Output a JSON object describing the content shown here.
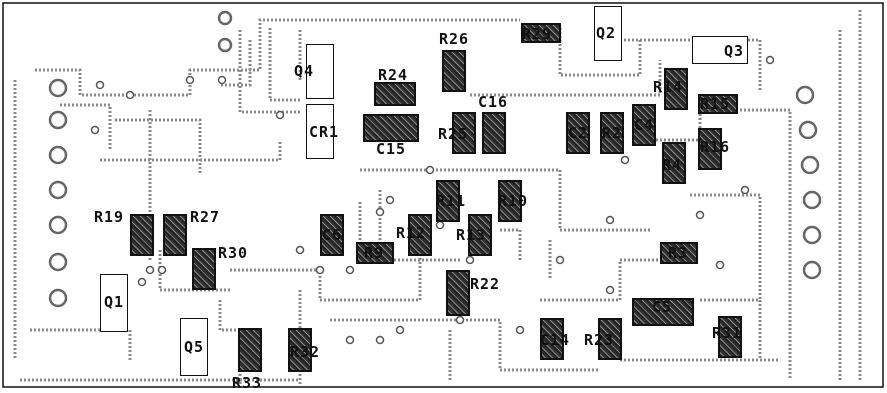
{
  "board": {
    "labels": {
      "R29": "R29",
      "Q2": "Q2",
      "R26": "R26",
      "Q3": "Q3",
      "Q4": "Q4",
      "R24": "R24",
      "C16": "C16",
      "R14": "R14",
      "R15": "R15",
      "CR1": "CR1",
      "C15": "C15",
      "R25": "R25",
      "C2": "C2",
      "R2": "R2",
      "C4": "C4",
      "R16": "R16",
      "R4": "R4",
      "R11": "R11",
      "R10": "R10",
      "R19": "R19",
      "R27": "R27",
      "C6": "C6",
      "R12": "R12",
      "R13": "R13",
      "R30": "R30",
      "R9": "R9",
      "R3": "R3",
      "Q1": "Q1",
      "R22": "R22",
      "C5": "C5",
      "Q5": "Q5",
      "C14": "C14",
      "R23": "R23",
      "R31": "R31",
      "R32": "R32",
      "R33": "R33"
    }
  },
  "colors": {
    "ink": "#111111",
    "board": "#ffffff",
    "trace": "#9a9a9a"
  }
}
